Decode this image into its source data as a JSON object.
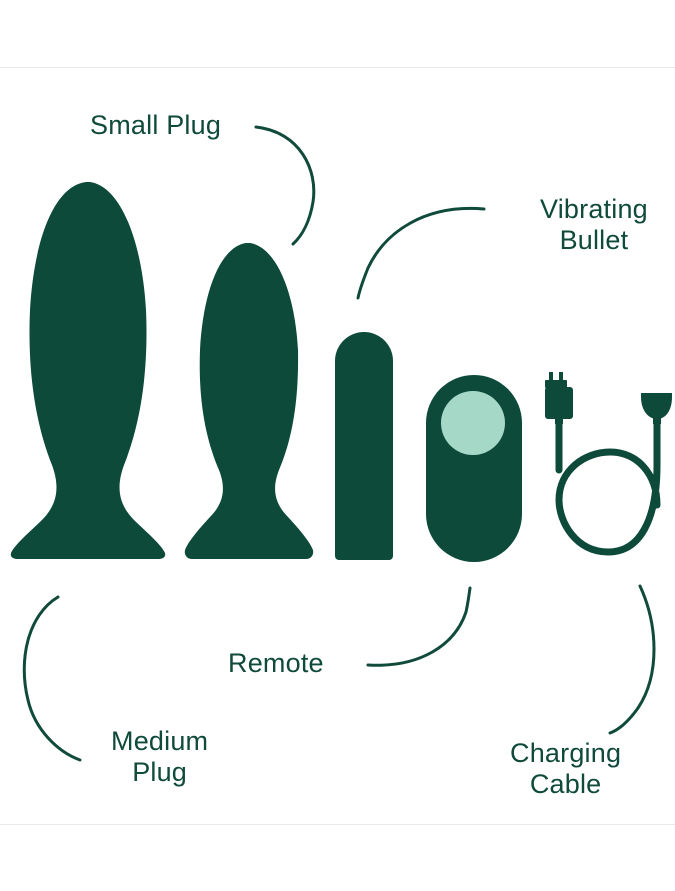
{
  "colors": {
    "product": "#0d4a3a",
    "accent": "#a6d8c8",
    "line": "#0f4a3a",
    "text": "#0f4a3a",
    "background": "#ffffff"
  },
  "labels": {
    "small_plug": "Small Plug",
    "vibrating_bullet": {
      "line1": "Vibrating",
      "line2": "Bullet"
    },
    "remote": "Remote",
    "medium_plug": {
      "line1": "Medium",
      "line2": "Plug"
    },
    "charging_cable": {
      "line1": "Charging",
      "line2": "Cable"
    }
  }
}
